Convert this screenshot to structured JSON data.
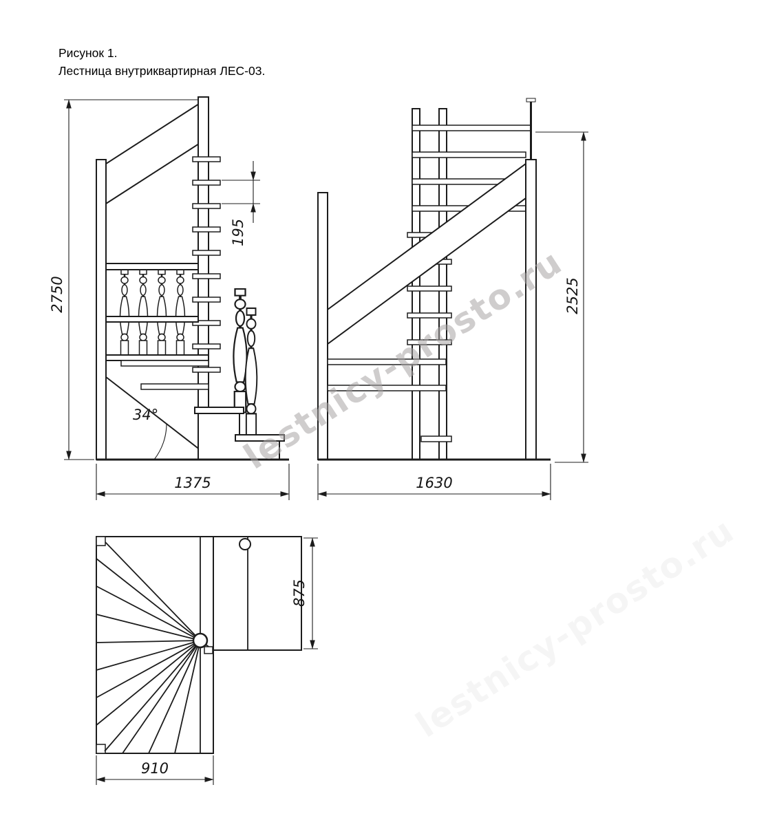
{
  "title": {
    "line1": "Рисунок 1.",
    "line2": "Лестница внутриквартирная ЛЕС-03."
  },
  "watermark": {
    "text": "lestnicy-prosto.ru"
  },
  "views": {
    "front": {
      "name": "front-elevation",
      "dimensions": {
        "overall_height_mm": "2750",
        "overall_width_mm": "1375",
        "riser_step_mm": "195",
        "stair_angle": "34°"
      }
    },
    "side": {
      "name": "side-elevation",
      "dimensions": {
        "overall_height_mm": "2525",
        "overall_width_mm": "1630"
      }
    },
    "plan": {
      "name": "plan-view",
      "dimensions": {
        "flight_width_mm": "875",
        "winder_width_mm": "910"
      }
    }
  },
  "colors": {
    "line": "#1c1c1c",
    "watermark": "#a8a5a5",
    "background": "#ffffff"
  }
}
